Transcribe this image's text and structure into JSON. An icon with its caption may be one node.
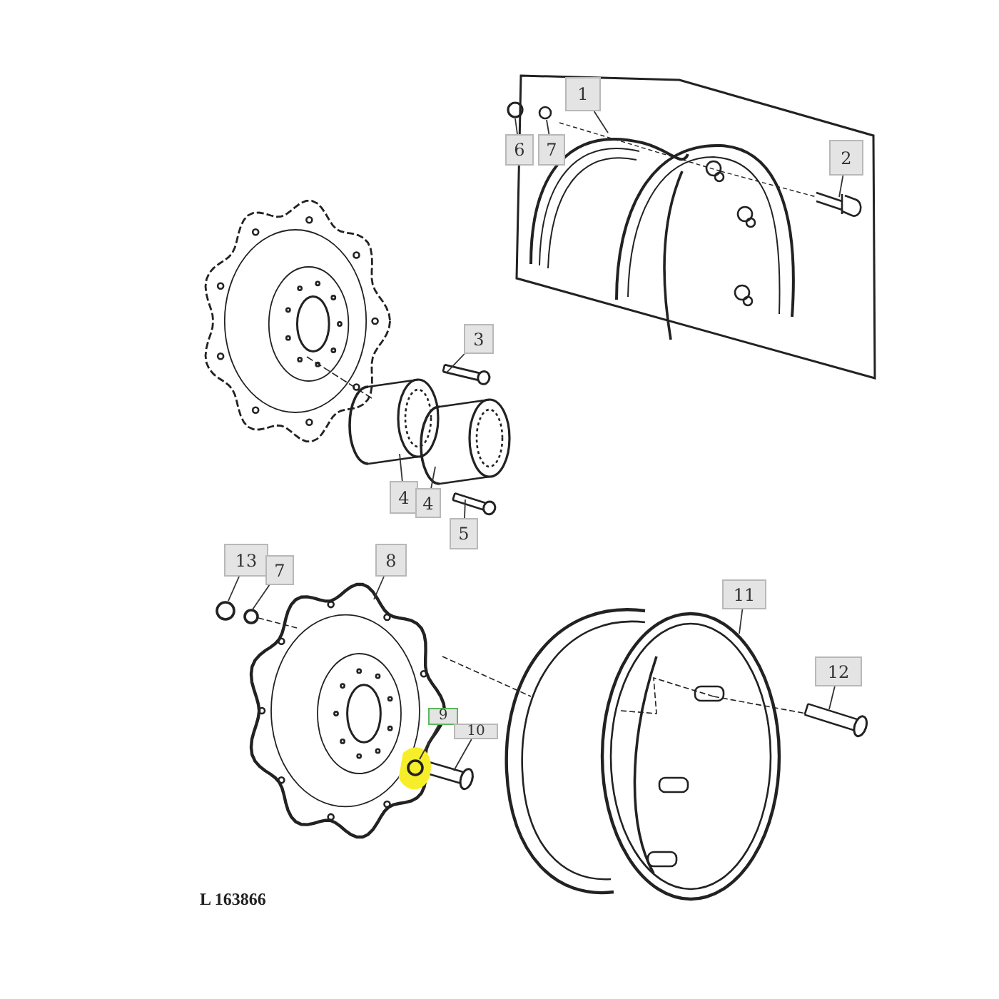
{
  "diagram": {
    "nodes": [
      {
        "text": [
          "1"
        ]
      },
      {
        "text": [
          "6"
        ]
      },
      {
        "text": [
          "7"
        ]
      },
      {
        "text": [
          "2"
        ]
      },
      {
        "text": [
          "3"
        ]
      },
      {
        "text": [
          "4"
        ]
      },
      {
        "text": [
          "4"
        ]
      },
      {
        "text": [
          "5"
        ]
      },
      {
        "text": [
          "13"
        ]
      },
      {
        "text": [
          "7"
        ]
      },
      {
        "text": [
          "8"
        ]
      },
      {
        "text": [
          "9"
        ]
      },
      {
        "text": [
          "10"
        ]
      },
      {
        "text": [
          "11"
        ]
      },
      {
        "text": [
          "12"
        ]
      }
    ],
    "edges": [
      {
        "from": 0,
        "to": null,
        "arrow": "none"
      },
      {
        "from": 1,
        "to": null,
        "arrow": "none"
      },
      {
        "from": 2,
        "to": null,
        "arrow": "none"
      },
      {
        "from": 3,
        "to": null,
        "arrow": "none"
      },
      {
        "from": 4,
        "to": null,
        "arrow": "none"
      },
      {
        "from": 5,
        "to": null,
        "arrow": "none"
      },
      {
        "from": 6,
        "to": null,
        "arrow": "none"
      },
      {
        "from": 7,
        "to": null,
        "arrow": "none"
      },
      {
        "from": 8,
        "to": null,
        "arrow": "none"
      },
      {
        "from": 9,
        "to": null,
        "arrow": "none"
      },
      {
        "from": 10,
        "to": null,
        "arrow": "none"
      },
      {
        "from": 11,
        "to": null,
        "arrow": "none"
      },
      {
        "from": 12,
        "to": null,
        "arrow": "none"
      },
      {
        "from": 13,
        "to": null,
        "arrow": "none"
      },
      {
        "from": 14,
        "to": null,
        "arrow": "none"
      }
    ],
    "labels": [
      "L 163866"
    ]
  }
}
